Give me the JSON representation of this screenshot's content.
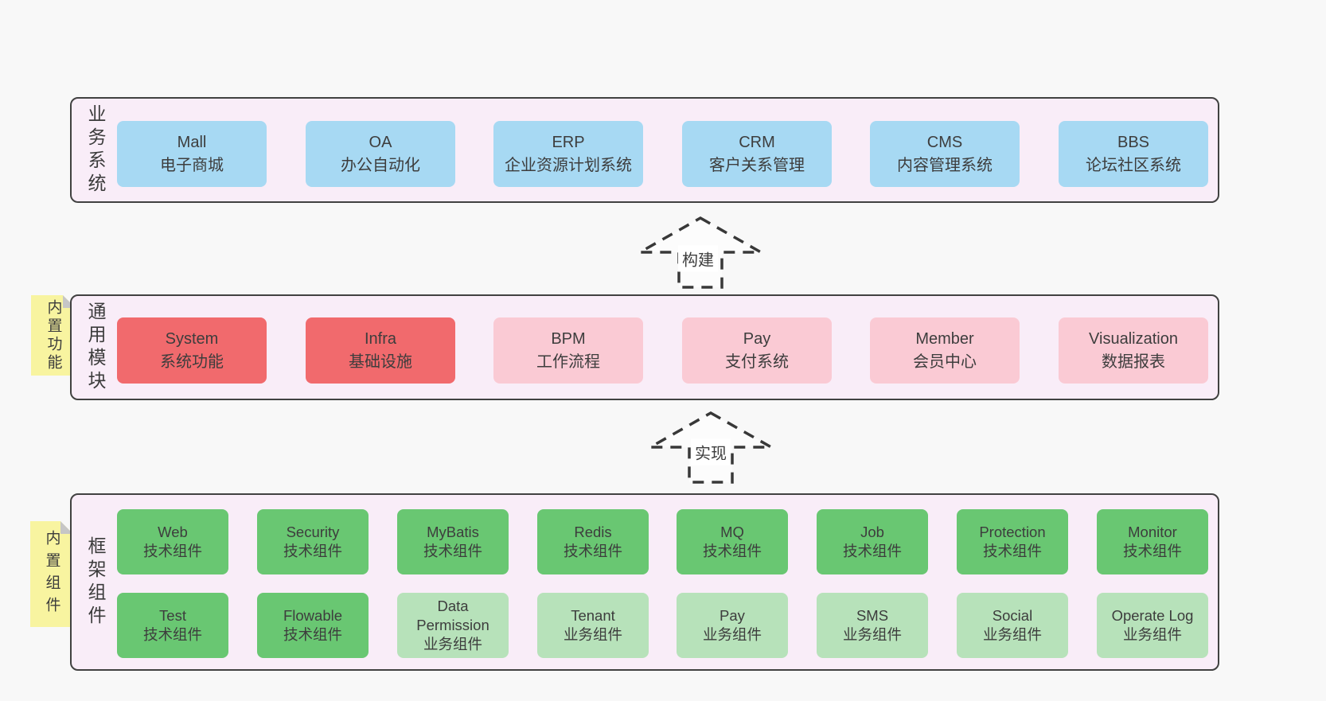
{
  "diagram": {
    "background": "#f8f8f8",
    "band_fill": "#f9edf8",
    "colors": {
      "blue": "#a7d9f3",
      "red": "#f16a6d",
      "pink": "#facad4",
      "green": "#69c772",
      "light_green": "#b7e2ba",
      "sticky_yellow": "#f8f4a0",
      "text": "#3d3d3d"
    }
  },
  "bands": [
    {
      "label": "业务系统",
      "boxes": [
        {
          "en": "Mall",
          "cn": "电子商城",
          "variant": "blue"
        },
        {
          "en": "OA",
          "cn": "办公自动化",
          "variant": "blue"
        },
        {
          "en": "ERP",
          "cn": "企业资源计划系统",
          "variant": "blue"
        },
        {
          "en": "CRM",
          "cn": "客户关系管理",
          "variant": "blue"
        },
        {
          "en": "CMS",
          "cn": "内容管理系统",
          "variant": "blue"
        },
        {
          "en": "BBS",
          "cn": "论坛社区系统",
          "variant": "blue"
        }
      ]
    },
    {
      "label": "通用模块",
      "sticky": "内置功能",
      "boxes": [
        {
          "en": "System",
          "cn": "系统功能",
          "variant": "red"
        },
        {
          "en": "Infra",
          "cn": "基础设施",
          "variant": "red"
        },
        {
          "en": "BPM",
          "cn": "工作流程",
          "variant": "pink"
        },
        {
          "en": "Pay",
          "cn": "支付系统",
          "variant": "pink"
        },
        {
          "en": "Member",
          "cn": "会员中心",
          "variant": "pink"
        },
        {
          "en": "Visualization",
          "cn": "数据报表",
          "variant": "pink"
        }
      ]
    },
    {
      "label": "框架组件",
      "sticky": "内置组件",
      "rows": [
        [
          {
            "en": "Web",
            "cn": "技术组件",
            "variant": "green"
          },
          {
            "en": "Security",
            "cn": "技术组件",
            "variant": "green"
          },
          {
            "en": "MyBatis",
            "cn": "技术组件",
            "variant": "green"
          },
          {
            "en": "Redis",
            "cn": "技术组件",
            "variant": "green"
          },
          {
            "en": "MQ",
            "cn": "技术组件",
            "variant": "green"
          },
          {
            "en": "Job",
            "cn": "技术组件",
            "variant": "green"
          },
          {
            "en": "Protection",
            "cn": "技术组件",
            "variant": "green"
          },
          {
            "en": "Monitor",
            "cn": "技术组件",
            "variant": "green"
          }
        ],
        [
          {
            "en": "Test",
            "cn": "技术组件",
            "variant": "green"
          },
          {
            "en": "Flowable",
            "cn": "技术组件",
            "variant": "green"
          },
          {
            "en": "Data Permission",
            "cn": "业务组件",
            "variant": "lightgreen"
          },
          {
            "en": "Tenant",
            "cn": "业务组件",
            "variant": "lightgreen"
          },
          {
            "en": "Pay",
            "cn": "业务组件",
            "variant": "lightgreen"
          },
          {
            "en": "SMS",
            "cn": "业务组件",
            "variant": "lightgreen"
          },
          {
            "en": "Social",
            "cn": "业务组件",
            "variant": "lightgreen"
          },
          {
            "en": "Operate Log",
            "cn": "业务组件",
            "variant": "lightgreen"
          }
        ]
      ]
    }
  ],
  "arrows": [
    {
      "label": "构建"
    },
    {
      "label": "实现"
    }
  ]
}
